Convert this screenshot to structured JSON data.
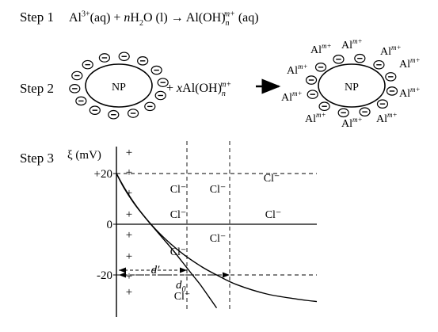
{
  "step1": {
    "label": "Step 1",
    "reaction": [
      {
        "t": "Al"
      },
      {
        "t": "3+",
        "sup": true
      },
      {
        "t": "(aq) + "
      },
      {
        "t": "n",
        "i": true
      },
      {
        "t": "H"
      },
      {
        "t": "2",
        "sub": true
      },
      {
        "t": "O (l) → Al(OH)"
      },
      {
        "t": "n",
        "sub": true,
        "i": true
      },
      {
        "t": "m+",
        "sup": true,
        "i": true,
        "back": true
      },
      {
        "t": " (aq)"
      }
    ]
  },
  "step2": {
    "label": "Step 2",
    "particle_label": "NP",
    "charge_symbol": "−",
    "adsorbed_ion": {
      "base": "Al",
      "charge": "m+"
    },
    "addend": [
      {
        "t": "+ "
      },
      {
        "t": "x",
        "i": true
      },
      {
        "t": "Al(OH)"
      },
      {
        "t": "n",
        "sub": true,
        "i": true
      },
      {
        "t": "m+",
        "sup": true,
        "i": true,
        "back": true
      }
    ]
  },
  "step3": {
    "label": "Step 3",
    "y_axis_label": "ξ (mV)",
    "ticks": [
      "+20",
      "0",
      "-20"
    ],
    "plus_symbol": "+",
    "counter_ion": "Cl⁻",
    "d_prime": "d′",
    "d0": {
      "base": "d",
      "sub": "0"
    },
    "potential_curves": [
      {
        "points": [
          [
            0,
            20
          ],
          [
            0.05,
            13
          ],
          [
            0.12,
            5
          ],
          [
            0.22,
            -4
          ],
          [
            0.32,
            -11
          ],
          [
            0.42,
            -16.5
          ],
          [
            0.5,
            -20
          ],
          [
            0.6,
            -23.8
          ],
          [
            0.75,
            -27.5
          ],
          [
            0.9,
            -29.5
          ],
          [
            1,
            -30.5
          ]
        ]
      },
      {
        "points": [
          [
            0,
            20
          ],
          [
            0.04,
            14
          ],
          [
            0.09,
            8
          ],
          [
            0.15,
            2
          ],
          [
            0.22,
            -4.5
          ],
          [
            0.28,
            -10
          ],
          [
            0.33,
            -15
          ],
          [
            0.38,
            -20
          ],
          [
            0.42,
            -24
          ],
          [
            0.46,
            -28.5
          ],
          [
            0.5,
            -33
          ]
        ]
      }
    ]
  }
}
